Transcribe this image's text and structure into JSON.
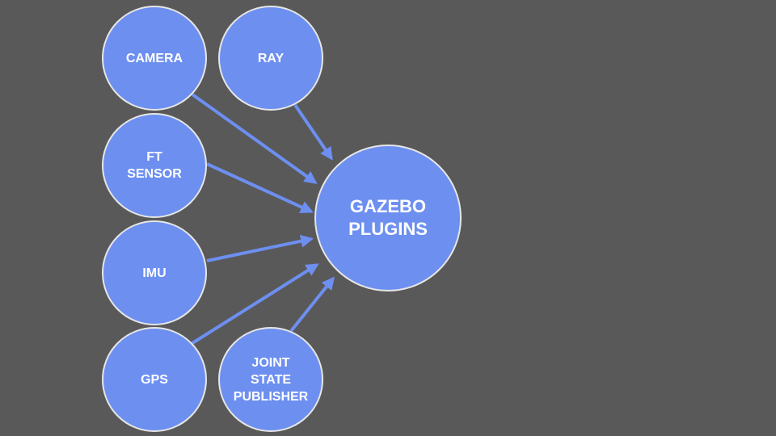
{
  "colors": {
    "background": "#595959",
    "node_fill": "#6d8ff0",
    "node_border": "#e6e6e6",
    "arrow": "#6d8ff0",
    "text": "#ffffff"
  },
  "nodes": {
    "camera": "CAMERA",
    "ray": "RAY",
    "ft_sensor": "FT\nSENSOR",
    "imu": "IMU",
    "gps": "GPS",
    "joint_state_publisher": "JOINT\nSTATE\nPUBLISHER",
    "gazebo_plugins": "GAZEBO\nPLUGINS"
  }
}
